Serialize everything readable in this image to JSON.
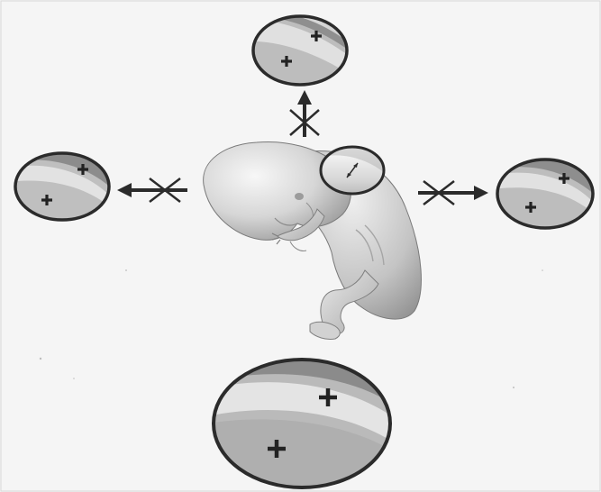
{
  "figure": {
    "subject": "embryo-ultrasound-measurement",
    "colors": {
      "background": "#f4f4f4",
      "outline": "#2b2b2b",
      "embryo_light": "#ececec",
      "embryo_mid": "#bdbdbd",
      "embryo_dark": "#8a8a8a",
      "lens_band_light": "#e2e2e2",
      "lens_band_dark": "#9d9d9d",
      "lens_bg": "#c9c9c9"
    },
    "markers": {
      "caliper_symbol": "+",
      "rejected_symbol": "✕"
    },
    "views": [
      {
        "id": "top",
        "label": "",
        "direction": "up",
        "rejected": true
      },
      {
        "id": "left",
        "label": "",
        "direction": "left",
        "rejected": true
      },
      {
        "id": "right",
        "label": "",
        "direction": "right",
        "rejected": true
      },
      {
        "id": "bottom",
        "label": "",
        "direction": "down",
        "rejected": false
      }
    ]
  }
}
